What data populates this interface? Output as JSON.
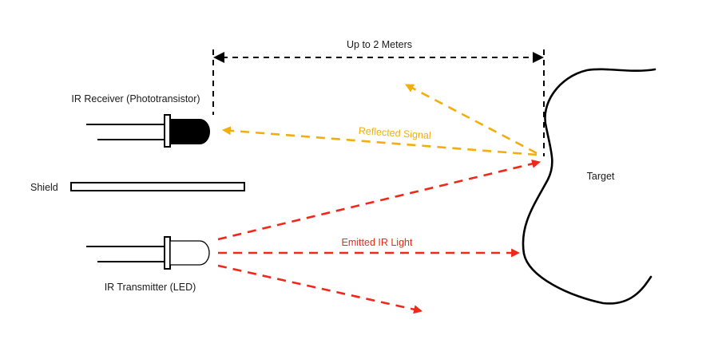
{
  "labels": {
    "distance": "Up to 2 Meters",
    "receiver": "IR Receiver (Phototransistor)",
    "shield": "Shield",
    "transmitter": "IR Transmitter (LED)",
    "target": "Target",
    "reflected": "Reflected Signal",
    "emitted": "Emitted IR Light"
  },
  "colors": {
    "reflected": "#f2ae0d",
    "emitted": "#f0281a",
    "outline": "#000000"
  }
}
